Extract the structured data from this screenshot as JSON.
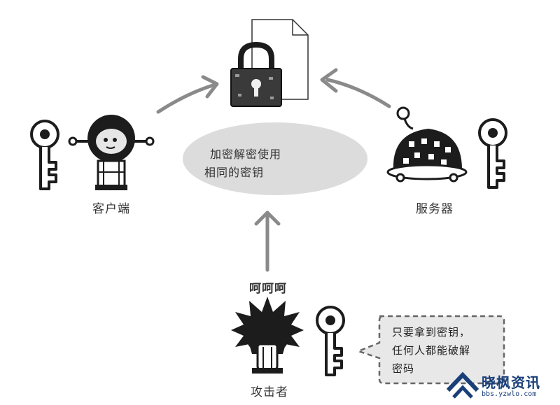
{
  "center_bubble": {
    "line1": "加密解密使用",
    "line2": "相同的密钥"
  },
  "labels": {
    "client": "客户端",
    "server": "服务器",
    "attacker": "攻击者",
    "laugh": "呵呵呵"
  },
  "speech_bubble": {
    "line1": "只要拿到密钥，",
    "line2": "任何人都能破解",
    "line3": "密码"
  },
  "watermark": {
    "title": "晓枫资讯",
    "url": "bbs.yzwlo.com"
  },
  "colors": {
    "ellipse": "#dcdcdc",
    "arrow": "#8a8a8a",
    "ink": "#1c1c1c",
    "lock_body": "#3a3a3a",
    "watermark": "#1a3f78"
  },
  "icons": [
    "lock-icon",
    "document-icon",
    "key-icon",
    "client-robot-icon",
    "server-robot-icon",
    "attacker-icon"
  ]
}
